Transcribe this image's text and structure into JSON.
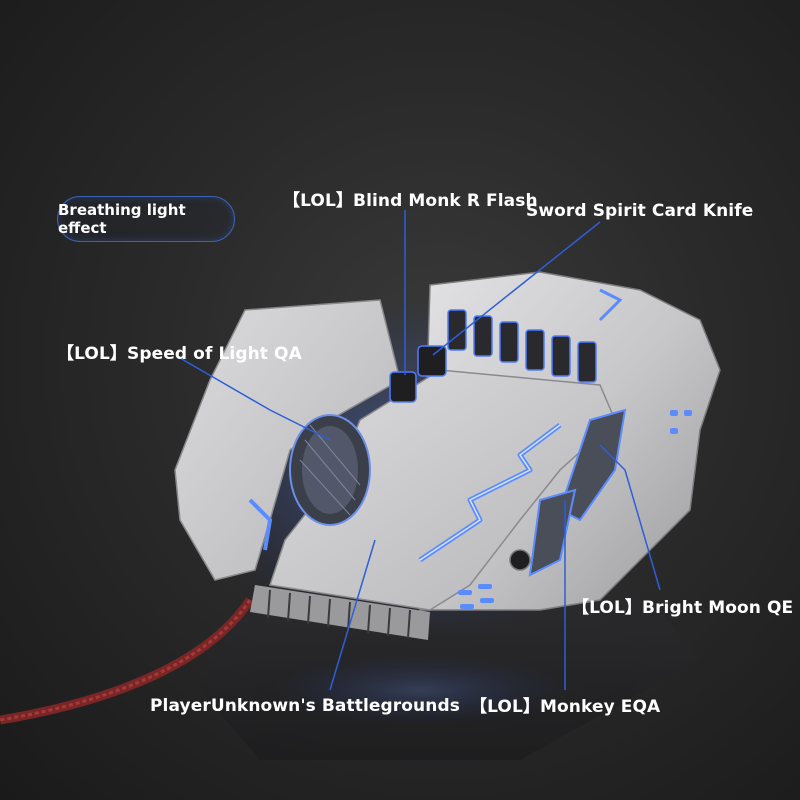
{
  "badge": {
    "text": "Breathing light effect"
  },
  "callouts": {
    "blind_monk": "【LOL】Blind Monk R Flash",
    "sword_spirit": "Sword Spirit Card Knife",
    "speed_of_light": "【LOL】Speed of Light QA",
    "bright_moon": "【LOL】Bright Moon QE",
    "monkey": "【LOL】Monkey EQA",
    "pubg": "PlayerUnknown's Battlegrounds"
  },
  "colors": {
    "background": "#2a2a2a",
    "mouse_body": "#c9c9cb",
    "accent_glow": "#3c6cff",
    "leader_line": "#2d5fd8",
    "cable": "#8a2a2a"
  }
}
